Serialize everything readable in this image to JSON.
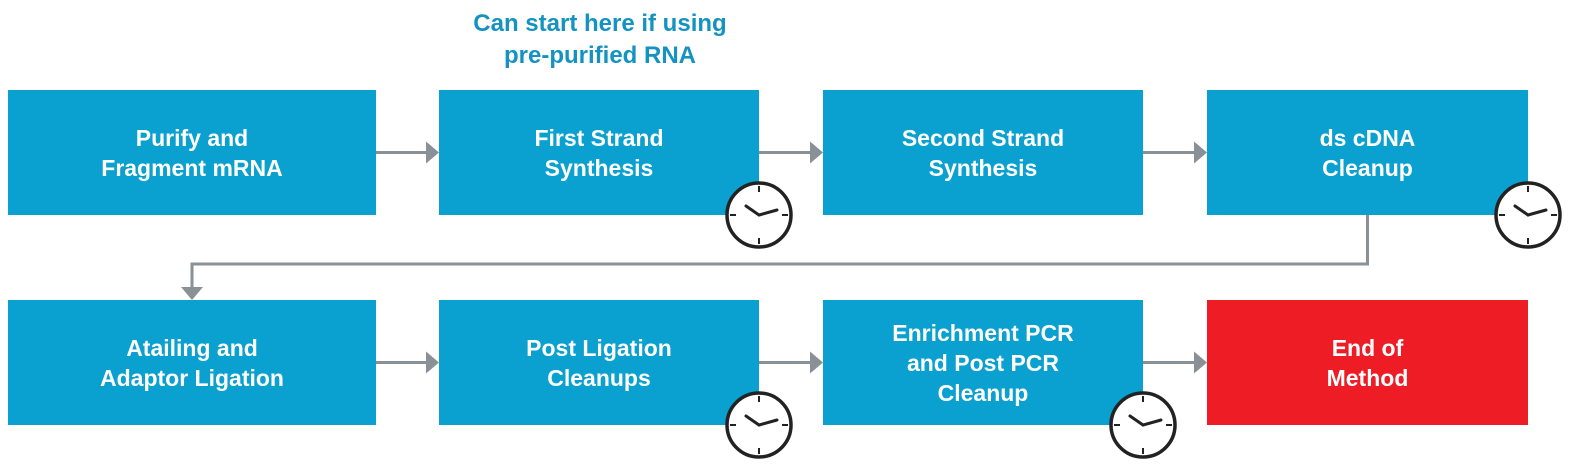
{
  "note": {
    "lines": [
      "Can start here if using",
      "pre-purified RNA"
    ],
    "color": "#1493c2"
  },
  "colors": {
    "step": "#0aa0cf",
    "end": "#ee1c25",
    "arrow": "#8a9196",
    "clock": "#222222"
  },
  "steps": [
    {
      "id": "purify-fragment",
      "lines": [
        "Purify and",
        "Fragment mRNA"
      ],
      "clock": false
    },
    {
      "id": "first-strand",
      "lines": [
        "First Strand",
        "Synthesis"
      ],
      "clock": true
    },
    {
      "id": "second-strand",
      "lines": [
        "Second Strand",
        "Synthesis"
      ],
      "clock": false
    },
    {
      "id": "ds-cdna-cleanup",
      "lines": [
        "ds cDNA",
        "Cleanup"
      ],
      "clock": true
    },
    {
      "id": "atailing-adaptor",
      "lines": [
        "Atailing and",
        "Adaptor Ligation"
      ],
      "clock": false
    },
    {
      "id": "post-ligation",
      "lines": [
        "Post Ligation",
        "Cleanups"
      ],
      "clock": true
    },
    {
      "id": "enrichment-pcr",
      "lines": [
        "Enrichment PCR",
        "and Post PCR",
        "Cleanup"
      ],
      "clock": true
    },
    {
      "id": "end-of-method",
      "lines": [
        "End of",
        "Method"
      ],
      "clock": false,
      "terminal": true
    }
  ],
  "connections": [
    {
      "from": "purify-fragment",
      "to": "first-strand"
    },
    {
      "from": "first-strand",
      "to": "second-strand"
    },
    {
      "from": "second-strand",
      "to": "ds-cdna-cleanup"
    },
    {
      "from": "ds-cdna-cleanup",
      "to": "atailing-adaptor"
    },
    {
      "from": "atailing-adaptor",
      "to": "post-ligation"
    },
    {
      "from": "post-ligation",
      "to": "enrichment-pcr"
    },
    {
      "from": "enrichment-pcr",
      "to": "end-of-method"
    }
  ],
  "icons": {
    "timer": "clock-icon"
  }
}
